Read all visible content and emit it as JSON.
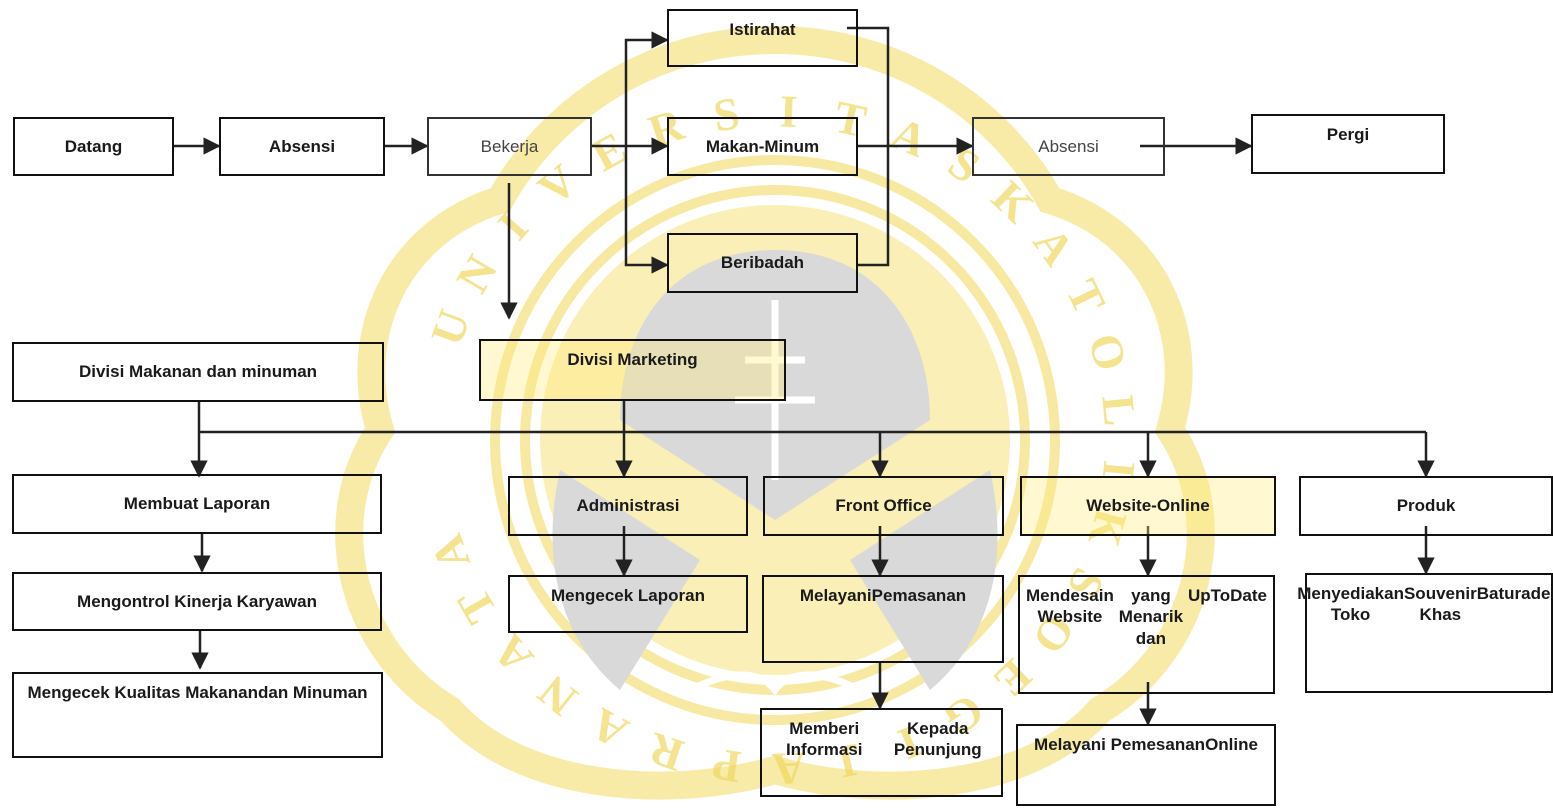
{
  "watermark": {
    "color": "#f5e27a",
    "letters": [
      "U",
      "N",
      "I",
      "V",
      "E",
      "R",
      "S",
      "I",
      "T",
      "A",
      "S",
      "K",
      "A",
      "T",
      "O",
      "L",
      "I",
      "K",
      "S",
      "O",
      "E",
      "G",
      "I",
      "J",
      "A",
      "P",
      "R",
      "A",
      "N",
      "A",
      "T",
      "A"
    ]
  },
  "nodes": {
    "datang": "Datang",
    "absensi_in": "Absensi",
    "bekerja": "Bekerja",
    "istirahat": "Istirahat",
    "makan_minum": "Makan-Minum",
    "beribadah": "Beribadah",
    "absensi_out": "Absensi",
    "pergi": "Pergi",
    "divisi_makanan": "Divisi Makanan dan minuman",
    "divisi_marketing": "Divisi Marketing",
    "membuat_laporan": "Membuat Laporan",
    "mengontrol": "Mengontrol  Kinerja Karyawan",
    "mengecek_kualitas": [
      "Mengecek Kualitas Makanan",
      "dan Minuman"
    ],
    "administrasi": "Administrasi",
    "mengecek_laporan": "Mengecek Laporan",
    "front_office": "Front Office",
    "melayani_pemasanan": [
      "Melayani",
      "Pemasanan"
    ],
    "memberi_informasi": [
      "Memberi Informasi",
      "Kepada Penunjung"
    ],
    "website_online": "Website-Online",
    "mendesain_website": [
      "Mendesain Website",
      "yang Menarik dan",
      "UpToDate"
    ],
    "melayani_pemesanan": [
      "Melayani Pemesanan",
      "Online"
    ],
    "produk": "Produk",
    "menyediakan_toko": [
      "Menyediakan Toko",
      "Souvenir Khas",
      "Baturaden"
    ]
  }
}
